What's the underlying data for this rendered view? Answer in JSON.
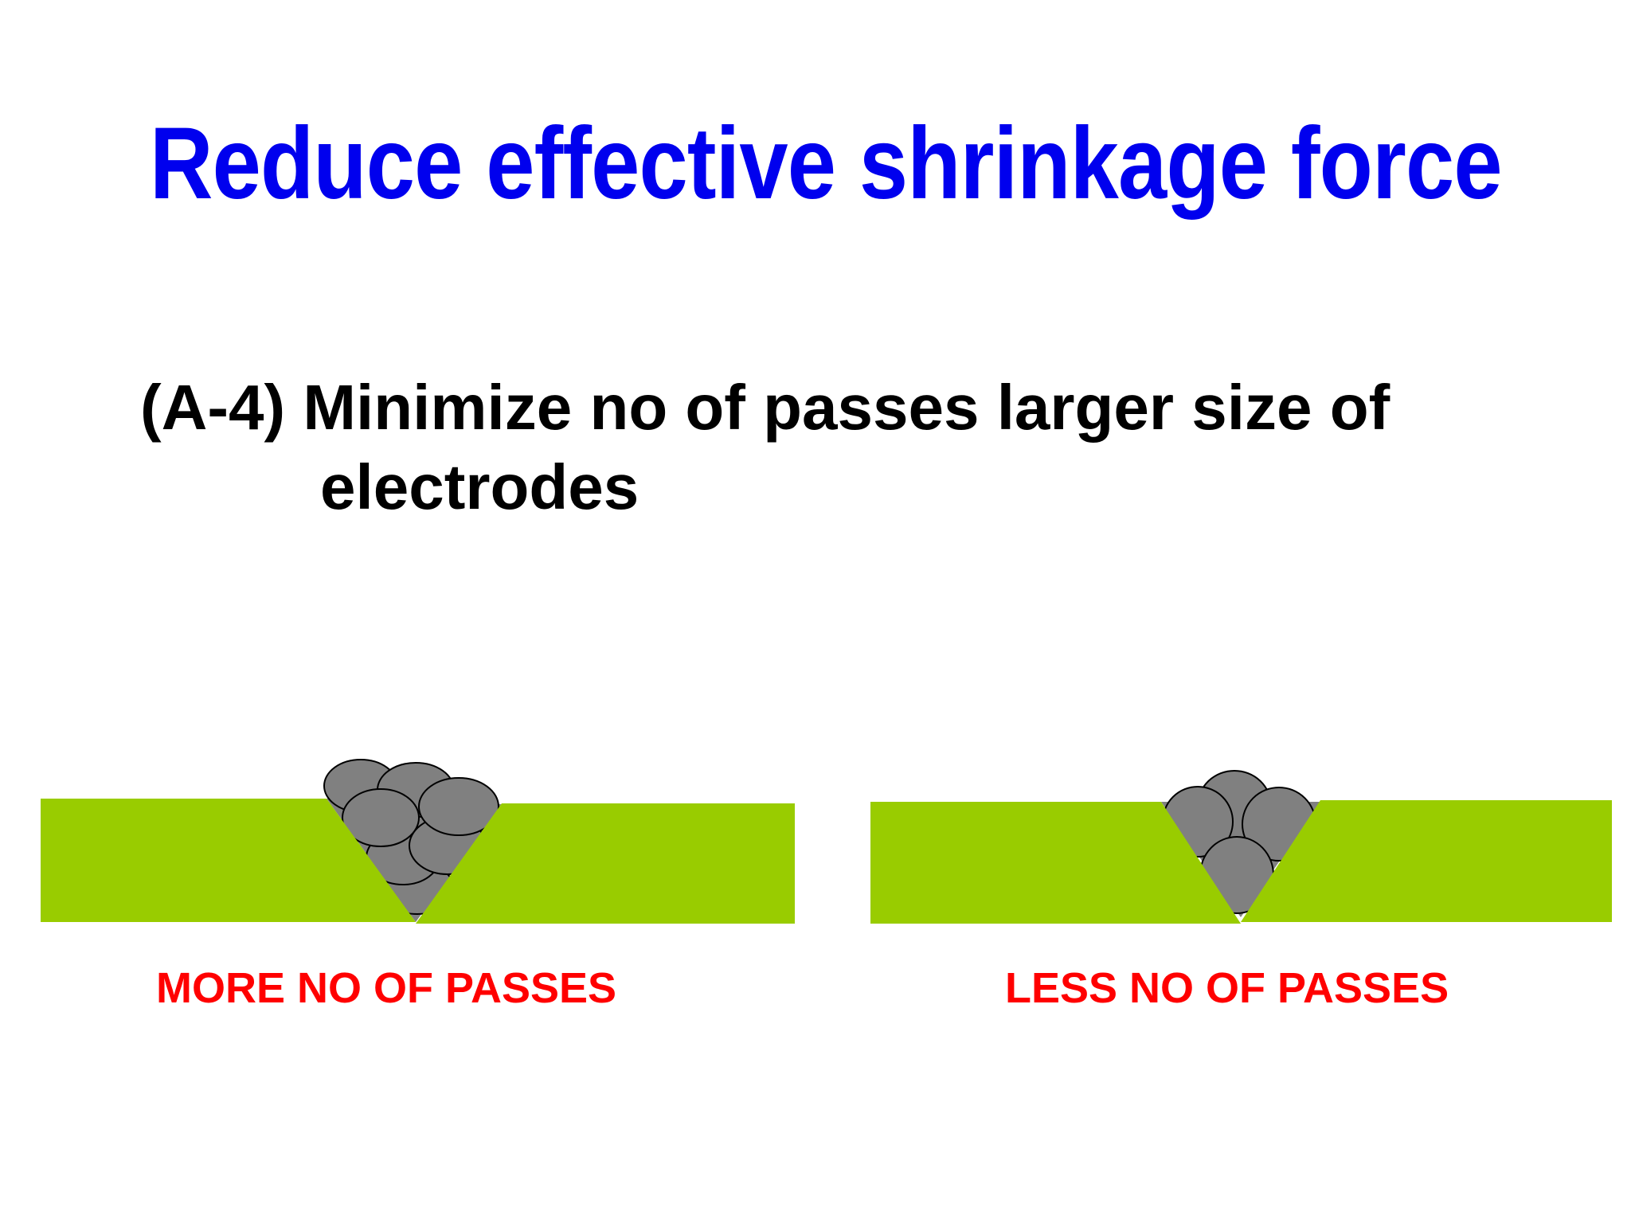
{
  "slide": {
    "title": "Reduce effective shrinkage force",
    "point": {
      "line1": "(A-4) Minimize no of passes larger size of",
      "line2": "electrodes"
    }
  },
  "diagrams": [
    {
      "caption": "MORE NO OF PASSES",
      "bead_count": 7
    },
    {
      "caption": "LESS NO OF PASSES",
      "bead_count": 4
    }
  ],
  "colors": {
    "title": "#0000ee",
    "text": "#000000",
    "caption": "#ff0000",
    "plate": "#99cc00",
    "weld_bead": "#808080",
    "bead_outline": "#000000"
  }
}
